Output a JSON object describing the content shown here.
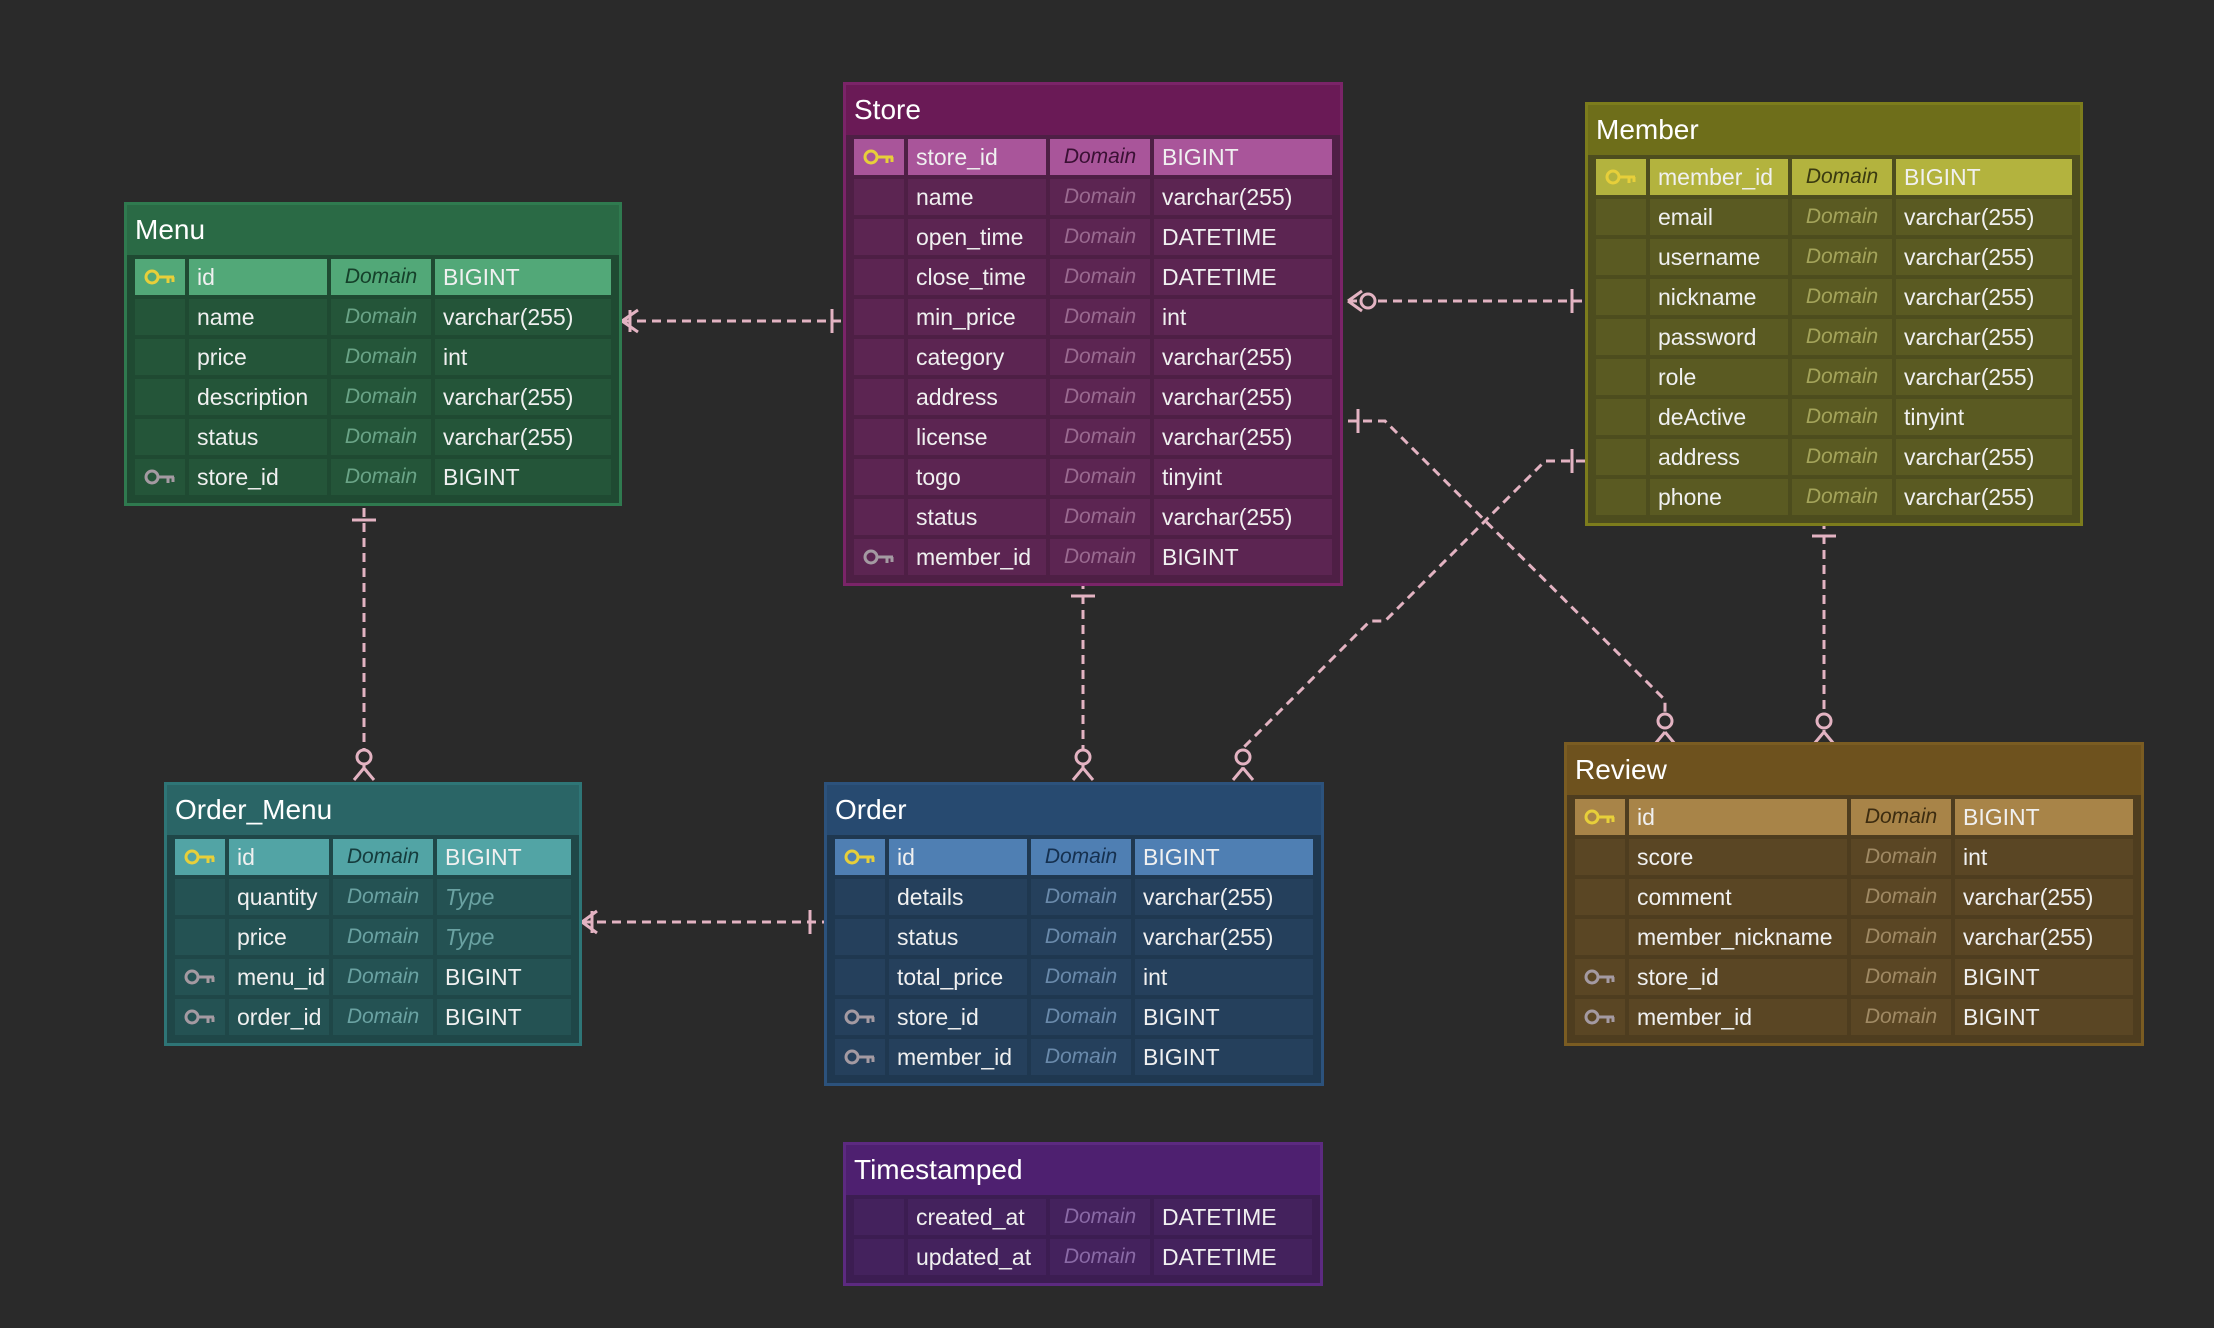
{
  "entities": [
    {
      "id": "store",
      "name": "Store",
      "colors": {
        "border": "#7a2468",
        "header": "#6a1a56",
        "body": "#4e1f45",
        "cell": "#5c2552",
        "pk": "#a9559a",
        "domain": "#9a6a90",
        "domain_pk": "#3a1034"
      },
      "rows": [
        {
          "key": "pk",
          "name": "store_id",
          "domain": "Domain",
          "type": "BIGINT"
        },
        {
          "key": "",
          "name": "name",
          "domain": "Domain",
          "type": "varchar(255)"
        },
        {
          "key": "",
          "name": "open_time",
          "domain": "Domain",
          "type": "DATETIME"
        },
        {
          "key": "",
          "name": "close_time",
          "domain": "Domain",
          "type": "DATETIME"
        },
        {
          "key": "",
          "name": "min_price",
          "domain": "Domain",
          "type": "int"
        },
        {
          "key": "",
          "name": "category",
          "domain": "Domain",
          "type": "varchar(255)"
        },
        {
          "key": "",
          "name": "address",
          "domain": "Domain",
          "type": "varchar(255)"
        },
        {
          "key": "",
          "name": "license",
          "domain": "Domain",
          "type": "varchar(255)"
        },
        {
          "key": "",
          "name": "togo",
          "domain": "Domain",
          "type": "tinyint"
        },
        {
          "key": "",
          "name": "status",
          "domain": "Domain",
          "type": "varchar(255)"
        },
        {
          "key": "fk",
          "name": "member_id",
          "domain": "Domain",
          "type": "BIGINT"
        }
      ]
    },
    {
      "id": "member",
      "name": "Member",
      "colors": {
        "border": "#7c7c1c",
        "header": "#6e6e1a",
        "body": "#4d4d1e",
        "cell": "#5a5a22",
        "pk": "#b3b33e",
        "domain": "#a4a45a",
        "domain_pk": "#3a3a10"
      },
      "rows": [
        {
          "key": "pk",
          "name": "member_id",
          "domain": "Domain",
          "type": "BIGINT"
        },
        {
          "key": "",
          "name": "email",
          "domain": "Domain",
          "type": "varchar(255)"
        },
        {
          "key": "",
          "name": "username",
          "domain": "Domain",
          "type": "varchar(255)"
        },
        {
          "key": "",
          "name": "nickname",
          "domain": "Domain",
          "type": "varchar(255)"
        },
        {
          "key": "",
          "name": "password",
          "domain": "Domain",
          "type": "varchar(255)"
        },
        {
          "key": "",
          "name": "role",
          "domain": "Domain",
          "type": "varchar(255)"
        },
        {
          "key": "",
          "name": "deActive",
          "domain": "Domain",
          "type": "tinyint"
        },
        {
          "key": "",
          "name": "address",
          "domain": "Domain",
          "type": "varchar(255)"
        },
        {
          "key": "",
          "name": "phone",
          "domain": "Domain",
          "type": "varchar(255)"
        }
      ]
    },
    {
      "id": "menu",
      "name": "Menu",
      "colors": {
        "border": "#2f7a4f",
        "header": "#2a6a45",
        "body": "#1f4a32",
        "cell": "#245539",
        "pk": "#52a878",
        "domain": "#6aa487",
        "domain_pk": "#15402a"
      },
      "rows": [
        {
          "key": "pk",
          "name": "id",
          "domain": "Domain",
          "type": "BIGINT"
        },
        {
          "key": "",
          "name": "name",
          "domain": "Domain",
          "type": "varchar(255)"
        },
        {
          "key": "",
          "name": "price",
          "domain": "Domain",
          "type": "int"
        },
        {
          "key": "",
          "name": "description",
          "domain": "Domain",
          "type": "varchar(255)"
        },
        {
          "key": "",
          "name": "status",
          "domain": "Domain",
          "type": "varchar(255)"
        },
        {
          "key": "fk",
          "name": "store_id",
          "domain": "Domain",
          "type": "BIGINT"
        }
      ]
    },
    {
      "id": "order_menu",
      "name": "Order_Menu",
      "colors": {
        "border": "#2e7576",
        "header": "#2a6566",
        "body": "#1f4748",
        "cell": "#245253",
        "pk": "#52a4a5",
        "domain": "#6aa2a2",
        "domain_pk": "#153c3d"
      },
      "rows": [
        {
          "key": "pk",
          "name": "id",
          "domain": "Domain",
          "type": "BIGINT"
        },
        {
          "key": "",
          "name": "quantity",
          "domain": "Domain",
          "type": "Type",
          "type_italic": true
        },
        {
          "key": "",
          "name": "price",
          "domain": "Domain",
          "type": "Type",
          "type_italic": true
        },
        {
          "key": "fk",
          "name": "menu_id",
          "domain": "Domain",
          "type": "BIGINT"
        },
        {
          "key": "fk",
          "name": "order_id",
          "domain": "Domain",
          "type": "BIGINT"
        }
      ]
    },
    {
      "id": "order",
      "name": "Order",
      "colors": {
        "border": "#2c527c",
        "header": "#274a70",
        "body": "#1f3850",
        "cell": "#25405c",
        "pk": "#4f7fb3",
        "domain": "#6a8aab",
        "domain_pk": "#15304f"
      },
      "rows": [
        {
          "key": "pk",
          "name": "id",
          "domain": "Domain",
          "type": "BIGINT"
        },
        {
          "key": "",
          "name": "details",
          "domain": "Domain",
          "type": "varchar(255)"
        },
        {
          "key": "",
          "name": "status",
          "domain": "Domain",
          "type": "varchar(255)"
        },
        {
          "key": "",
          "name": "total_price",
          "domain": "Domain",
          "type": "int"
        },
        {
          "key": "fk",
          "name": "store_id",
          "domain": "Domain",
          "type": "BIGINT"
        },
        {
          "key": "fk",
          "name": "member_id",
          "domain": "Domain",
          "type": "BIGINT"
        }
      ]
    },
    {
      "id": "review",
      "name": "Review",
      "colors": {
        "border": "#7a5c22",
        "header": "#6e521e",
        "body": "#4e3d1f",
        "cell": "#5a4624",
        "pk": "#a88448",
        "domain": "#a08a64",
        "domain_pk": "#3c2c10"
      },
      "rows": [
        {
          "key": "pk",
          "name": "id",
          "domain": "Domain",
          "type": "BIGINT"
        },
        {
          "key": "",
          "name": "score",
          "domain": "Domain",
          "type": "int"
        },
        {
          "key": "",
          "name": "comment",
          "domain": "Domain",
          "type": "varchar(255)"
        },
        {
          "key": "",
          "name": "member_nickname",
          "domain": "Domain",
          "type": "varchar(255)"
        },
        {
          "key": "fk",
          "name": "store_id",
          "domain": "Domain",
          "type": "BIGINT"
        },
        {
          "key": "fk",
          "name": "member_id",
          "domain": "Domain",
          "type": "BIGINT"
        }
      ]
    },
    {
      "id": "timestamped",
      "name": "Timestamped",
      "colors": {
        "border": "#5c2a80",
        "header": "#4e2070",
        "body": "#3c1d52",
        "cell": "#44225d",
        "pk": "#7a4fa8",
        "domain": "#8a6aa6",
        "domain_pk": "#2a1040"
      },
      "rows": [
        {
          "key": "",
          "name": "created_at",
          "domain": "Domain",
          "type": "DATETIME"
        },
        {
          "key": "",
          "name": "updated_at",
          "domain": "Domain",
          "type": "DATETIME"
        }
      ]
    }
  ],
  "relationships": [
    {
      "from": "menu",
      "to": "store",
      "from_end": "many",
      "to_end": "one"
    },
    {
      "from": "store",
      "to": "member",
      "from_end": "zero-or-many",
      "to_end": "one"
    },
    {
      "from": "menu",
      "to": "order_menu",
      "from_end": "one",
      "to_end": "zero-or-many"
    },
    {
      "from": "store",
      "to": "order",
      "from_end": "one",
      "to_end": "zero-or-many"
    },
    {
      "from": "order_menu",
      "to": "order",
      "from_end": "many",
      "to_end": "one"
    },
    {
      "from": "store",
      "to": "review",
      "from_end": "one",
      "to_end": "zero-or-many"
    },
    {
      "from": "member",
      "to": "order",
      "from_end": "one",
      "to_end": "zero-or-many"
    },
    {
      "from": "member",
      "to": "review",
      "from_end": "one",
      "to_end": "zero-or-many"
    }
  ],
  "colors": {
    "background": "#2a2a2a",
    "relationship_line": "#e3b3c2",
    "pk_key": "#e7cf3a",
    "fk_key": "#a49aa2"
  }
}
